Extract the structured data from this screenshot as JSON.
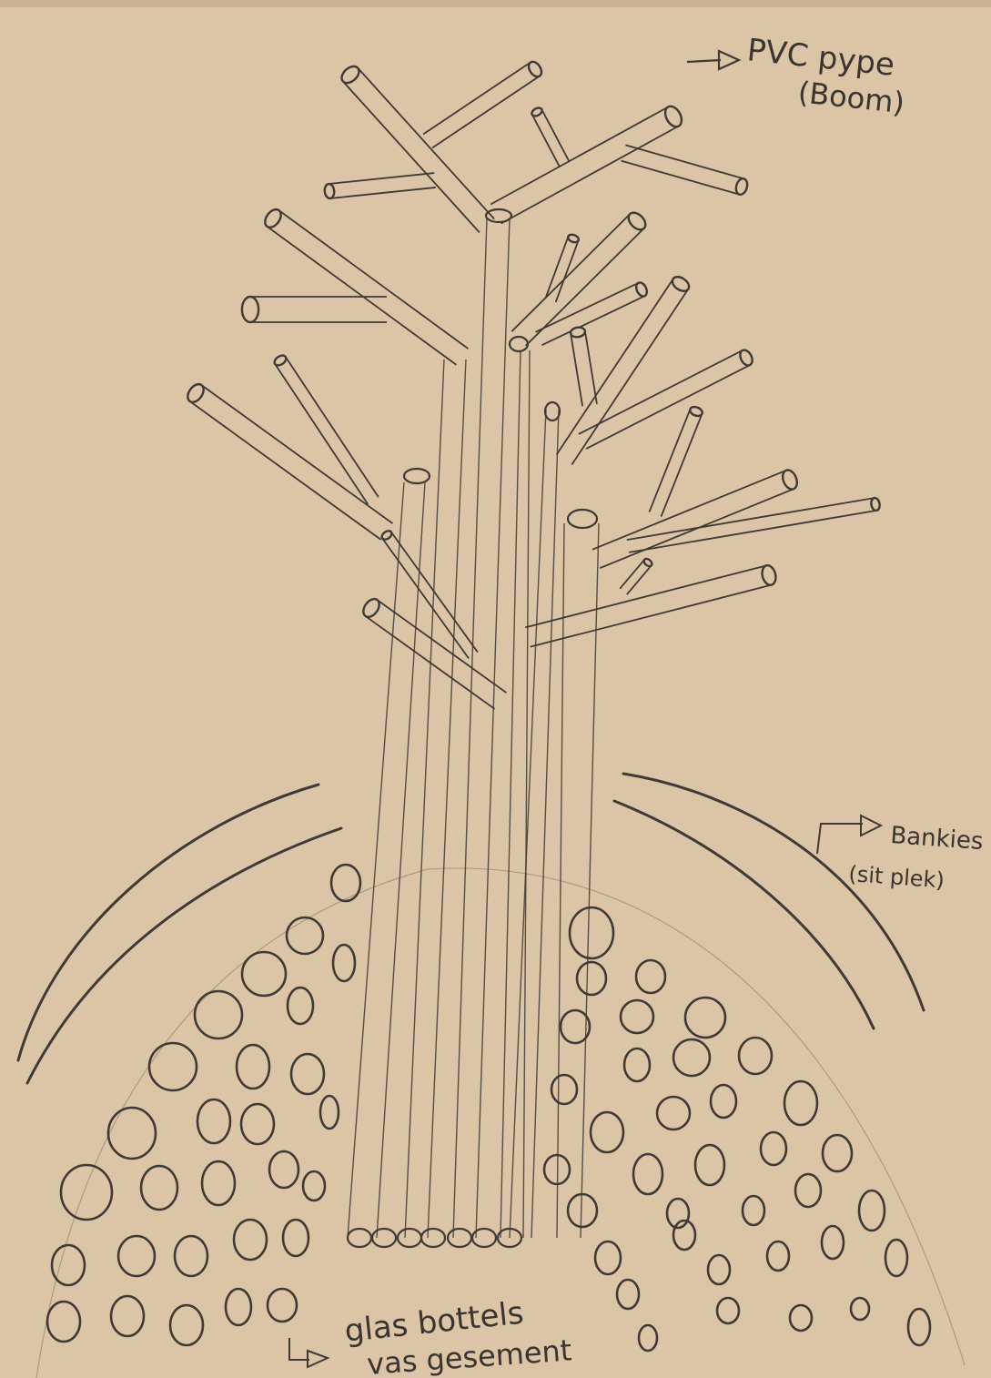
{
  "labels": {
    "tree": {
      "line1": "PVC pype",
      "line2": "(Boom)"
    },
    "benches": {
      "line1": "Bankies",
      "line2": "(sit plek)"
    },
    "base": {
      "line1": "glas bottels",
      "line2": "vas gesement"
    }
  },
  "colors": {
    "paper": "#dcc4a6",
    "pencil": "#3f3a35",
    "faint": "#8e7f6e"
  }
}
